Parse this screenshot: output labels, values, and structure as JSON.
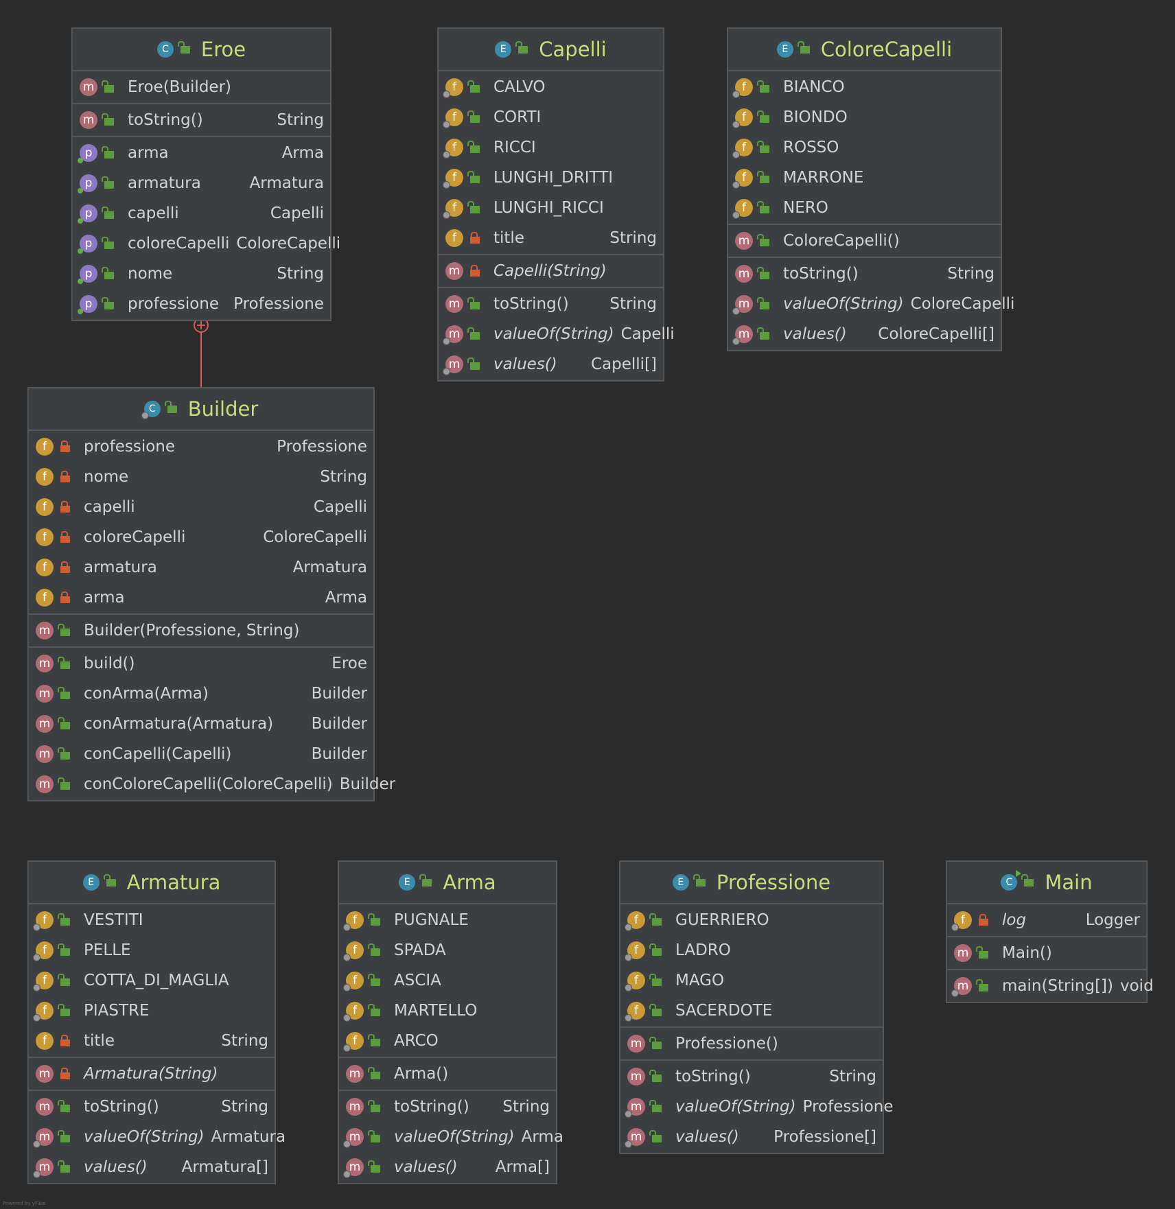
{
  "footer": "Powered by yFiles",
  "classes": {
    "eroe": {
      "kind": "C",
      "name": "Eroe",
      "sections": [
        [
          {
            "b": "m",
            "v": "pub",
            "name": "Eroe(Builder)",
            "type": ""
          }
        ],
        [
          {
            "b": "m",
            "v": "pub",
            "name": "toString()",
            "type": "String"
          }
        ],
        [
          {
            "b": "p",
            "v": "pub",
            "name": "arma",
            "type": "Arma",
            "mark": "dot"
          },
          {
            "b": "p",
            "v": "pub",
            "name": "armatura",
            "type": "Armatura",
            "mark": "dot"
          },
          {
            "b": "p",
            "v": "pub",
            "name": "capelli",
            "type": "Capelli",
            "mark": "dot"
          },
          {
            "b": "p",
            "v": "pub",
            "name": "coloreCapelli",
            "type": "ColoreCapelli",
            "mark": "dot"
          },
          {
            "b": "p",
            "v": "pub",
            "name": "nome",
            "type": "String",
            "mark": "dot"
          },
          {
            "b": "p",
            "v": "pub",
            "name": "professione",
            "type": "Professione",
            "mark": "dot"
          }
        ]
      ]
    },
    "capelli": {
      "kind": "E",
      "name": "Capelli",
      "sections": [
        [
          {
            "b": "f",
            "v": "pub",
            "name": "CALVO",
            "type": "",
            "mark": "gear"
          },
          {
            "b": "f",
            "v": "pub",
            "name": "CORTI",
            "type": "",
            "mark": "gear"
          },
          {
            "b": "f",
            "v": "pub",
            "name": "RICCI",
            "type": "",
            "mark": "gear"
          },
          {
            "b": "f",
            "v": "pub",
            "name": "LUNGHI_DRITTI",
            "type": "",
            "mark": "gear"
          },
          {
            "b": "f",
            "v": "pub",
            "name": "LUNGHI_RICCI",
            "type": "",
            "mark": "gear"
          },
          {
            "b": "f",
            "v": "priv",
            "name": "title",
            "type": "String"
          }
        ],
        [
          {
            "b": "m",
            "v": "priv",
            "name": "Capelli(String)",
            "type": "",
            "it": true
          }
        ],
        [
          {
            "b": "m",
            "v": "pub",
            "name": "toString()",
            "type": "String"
          },
          {
            "b": "m",
            "v": "pub",
            "name": "valueOf(String)",
            "type": "Capelli",
            "it": true,
            "mark": "gear"
          },
          {
            "b": "m",
            "v": "pub",
            "name": "values()",
            "type": "Capelli[]",
            "it": true,
            "mark": "gear"
          }
        ]
      ]
    },
    "colore": {
      "kind": "E",
      "name": "ColoreCapelli",
      "sections": [
        [
          {
            "b": "f",
            "v": "pub",
            "name": "BIANCO",
            "type": "",
            "mark": "gear"
          },
          {
            "b": "f",
            "v": "pub",
            "name": "BIONDO",
            "type": "",
            "mark": "gear"
          },
          {
            "b": "f",
            "v": "pub",
            "name": "ROSSO",
            "type": "",
            "mark": "gear"
          },
          {
            "b": "f",
            "v": "pub",
            "name": "MARRONE",
            "type": "",
            "mark": "gear"
          },
          {
            "b": "f",
            "v": "pub",
            "name": "NERO",
            "type": "",
            "mark": "gear"
          }
        ],
        [
          {
            "b": "m",
            "v": "pub",
            "name": "ColoreCapelli()",
            "type": ""
          }
        ],
        [
          {
            "b": "m",
            "v": "pub",
            "name": "toString()",
            "type": "String"
          },
          {
            "b": "m",
            "v": "pub",
            "name": "valueOf(String)",
            "type": "ColoreCapelli",
            "it": true,
            "mark": "gear"
          },
          {
            "b": "m",
            "v": "pub",
            "name": "values()",
            "type": "ColoreCapelli[]",
            "it": true,
            "mark": "gear"
          }
        ]
      ]
    },
    "builder": {
      "kind": "C",
      "name": "Builder",
      "headMark": "gear",
      "sections": [
        [
          {
            "b": "f",
            "v": "priv",
            "name": "professione",
            "type": "Professione"
          },
          {
            "b": "f",
            "v": "priv",
            "name": "nome",
            "type": "String"
          },
          {
            "b": "f",
            "v": "priv",
            "name": "capelli",
            "type": "Capelli"
          },
          {
            "b": "f",
            "v": "priv",
            "name": "coloreCapelli",
            "type": "ColoreCapelli"
          },
          {
            "b": "f",
            "v": "priv",
            "name": "armatura",
            "type": "Armatura"
          },
          {
            "b": "f",
            "v": "priv",
            "name": "arma",
            "type": "Arma"
          }
        ],
        [
          {
            "b": "m",
            "v": "pub",
            "name": "Builder(Professione, String)",
            "type": ""
          }
        ],
        [
          {
            "b": "m",
            "v": "pub",
            "name": "build()",
            "type": "Eroe"
          },
          {
            "b": "m",
            "v": "pub",
            "name": "conArma(Arma)",
            "type": "Builder"
          },
          {
            "b": "m",
            "v": "pub",
            "name": "conArmatura(Armatura)",
            "type": "Builder"
          },
          {
            "b": "m",
            "v": "pub",
            "name": "conCapelli(Capelli)",
            "type": "Builder"
          },
          {
            "b": "m",
            "v": "pub",
            "name": "conColoreCapelli(ColoreCapelli)",
            "type": "Builder"
          }
        ]
      ]
    },
    "armatura": {
      "kind": "E",
      "name": "Armatura",
      "sections": [
        [
          {
            "b": "f",
            "v": "pub",
            "name": "VESTITI",
            "type": "",
            "mark": "gear"
          },
          {
            "b": "f",
            "v": "pub",
            "name": "PELLE",
            "type": "",
            "mark": "gear"
          },
          {
            "b": "f",
            "v": "pub",
            "name": "COTTA_DI_MAGLIA",
            "type": "",
            "mark": "gear"
          },
          {
            "b": "f",
            "v": "pub",
            "name": "PIASTRE",
            "type": "",
            "mark": "gear"
          },
          {
            "b": "f",
            "v": "priv",
            "name": "title",
            "type": "String"
          }
        ],
        [
          {
            "b": "m",
            "v": "priv",
            "name": "Armatura(String)",
            "type": "",
            "it": true
          }
        ],
        [
          {
            "b": "m",
            "v": "pub",
            "name": "toString()",
            "type": "String"
          },
          {
            "b": "m",
            "v": "pub",
            "name": "valueOf(String)",
            "type": "Armatura",
            "it": true,
            "mark": "gear"
          },
          {
            "b": "m",
            "v": "pub",
            "name": "values()",
            "type": "Armatura[]",
            "it": true,
            "mark": "gear"
          }
        ]
      ]
    },
    "arma": {
      "kind": "E",
      "name": "Arma",
      "sections": [
        [
          {
            "b": "f",
            "v": "pub",
            "name": "PUGNALE",
            "type": "",
            "mark": "gear"
          },
          {
            "b": "f",
            "v": "pub",
            "name": "SPADA",
            "type": "",
            "mark": "gear"
          },
          {
            "b": "f",
            "v": "pub",
            "name": "ASCIA",
            "type": "",
            "mark": "gear"
          },
          {
            "b": "f",
            "v": "pub",
            "name": "MARTELLO",
            "type": "",
            "mark": "gear"
          },
          {
            "b": "f",
            "v": "pub",
            "name": "ARCO",
            "type": "",
            "mark": "gear"
          }
        ],
        [
          {
            "b": "m",
            "v": "pub",
            "name": "Arma()",
            "type": ""
          }
        ],
        [
          {
            "b": "m",
            "v": "pub",
            "name": "toString()",
            "type": "String"
          },
          {
            "b": "m",
            "v": "pub",
            "name": "valueOf(String)",
            "type": "Arma",
            "it": true,
            "mark": "gear"
          },
          {
            "b": "m",
            "v": "pub",
            "name": "values()",
            "type": "Arma[]",
            "it": true,
            "mark": "gear"
          }
        ]
      ]
    },
    "professione": {
      "kind": "E",
      "name": "Professione",
      "sections": [
        [
          {
            "b": "f",
            "v": "pub",
            "name": "GUERRIERO",
            "type": "",
            "mark": "gear"
          },
          {
            "b": "f",
            "v": "pub",
            "name": "LADRO",
            "type": "",
            "mark": "gear"
          },
          {
            "b": "f",
            "v": "pub",
            "name": "MAGO",
            "type": "",
            "mark": "gear"
          },
          {
            "b": "f",
            "v": "pub",
            "name": "SACERDOTE",
            "type": "",
            "mark": "gear"
          }
        ],
        [
          {
            "b": "m",
            "v": "pub",
            "name": "Professione()",
            "type": ""
          }
        ],
        [
          {
            "b": "m",
            "v": "pub",
            "name": "toString()",
            "type": "String"
          },
          {
            "b": "m",
            "v": "pub",
            "name": "valueOf(String)",
            "type": "Professione",
            "it": true,
            "mark": "gear"
          },
          {
            "b": "m",
            "v": "pub",
            "name": "values()",
            "type": "Professione[]",
            "it": true,
            "mark": "gear"
          }
        ]
      ]
    },
    "main": {
      "kind": "C",
      "name": "Main",
      "headMark": "run",
      "sections": [
        [
          {
            "b": "f",
            "v": "priv",
            "name": "log",
            "type": "Logger",
            "it": true,
            "mark": "gear"
          }
        ],
        [
          {
            "b": "m",
            "v": "pub",
            "name": "Main()",
            "type": ""
          }
        ],
        [
          {
            "b": "m",
            "v": "pub",
            "name": "main(String[])",
            "type": "void",
            "mark": "gear"
          }
        ]
      ]
    }
  }
}
